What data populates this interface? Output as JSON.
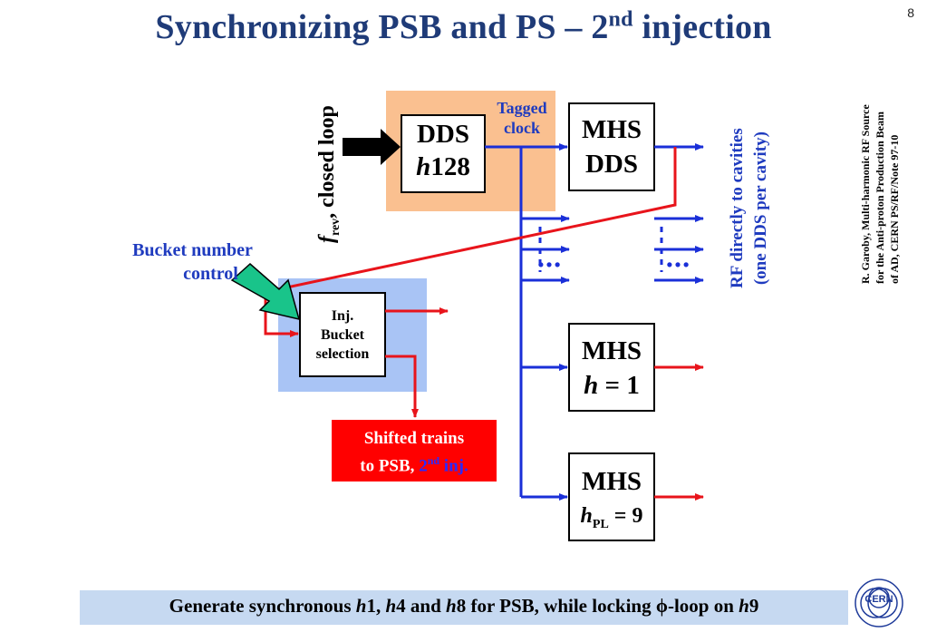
{
  "slide": {
    "title_main": "Synchronizing PSB and PS – 2",
    "title_sup": "nd",
    "title_end": " injection",
    "page_number": "8"
  },
  "side_label": {
    "f": "f",
    "sub": "rev",
    "rest": ", closed loop"
  },
  "dds_box": {
    "line1": "DDS",
    "line2_italic": "h",
    "line2_rest": "128"
  },
  "tagged_clock": {
    "line1": "Tagged",
    "line2": "clock"
  },
  "mhs_dds": {
    "line1": "MHS",
    "line2": "DDS"
  },
  "mhs_h1": {
    "line1": "MHS",
    "line2_italic": "h",
    "line2_rest": " = 1"
  },
  "mhs_hpl": {
    "line1": "MHS",
    "line2_italic": "h",
    "line2_sub": "PL",
    "line2_rest": " = 9"
  },
  "inj_box": {
    "line1": "Inj.",
    "line2": "Bucket",
    "line3": "selection"
  },
  "bucket_label": {
    "line1": "Bucket number",
    "line2": "control"
  },
  "shifted": {
    "line1": "Shifted trains",
    "line2a": "to PSB, ",
    "line2b": "2",
    "line2sup": "nd",
    "line2c": " inj."
  },
  "ellipsis": "…",
  "rf_label": {
    "line1": "RF directly to cavities",
    "line2": "(one DDS per cavity)"
  },
  "reference": {
    "line1": "R. Garoby, Multi-harmonic RF Source",
    "line2": "for the Anti-proton Production Beam",
    "line3": "of AD, CERN PS/RF/Note 97-10"
  },
  "footer": {
    "p1": "Generate synchronous ",
    "h1": "h",
    "n1": "1, ",
    "h2": "h",
    "n2": "4 and ",
    "h3": "h",
    "n3": "8 for PSB, while locking ϕ-loop on ",
    "h4": "h",
    "n4": "9"
  },
  "logo": {
    "text": "CERN"
  },
  "colors": {
    "title": "#1f3b78",
    "blue_line": "#1a2fd8",
    "red_line": "#e8141b",
    "orange_bg": "#fac090",
    "lightblue_bg": "#a9c4f5",
    "footer_bg": "#c6d9f1",
    "label_blue": "#1f3bbf",
    "shifted_bg": "#ff0000",
    "green_arrow": "#19c48a"
  }
}
